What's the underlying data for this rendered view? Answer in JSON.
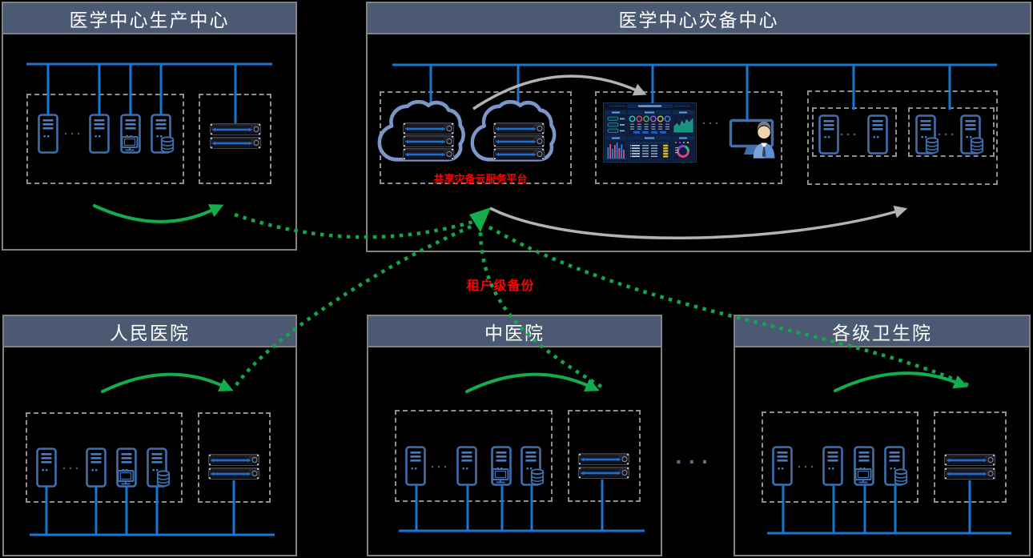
{
  "diagram": {
    "production": {
      "title": "医学中心生产中心"
    },
    "disaster_recovery": {
      "title": "医学中心灾备中心",
      "platform_label": "共享灾备云服务平台"
    },
    "hospitals": [
      {
        "title": "人民医院"
      },
      {
        "title": "中医院"
      },
      {
        "title": "各级卫生院"
      }
    ],
    "tenant_backup_label": "租户级备份",
    "ellipsis": "···",
    "colors": {
      "background": "#000000",
      "title_bar": "#4b5a72",
      "box_border": "#828282",
      "dashed_border": "#8f8f8f",
      "network_blue": "#1778d2",
      "device_blue": "#3f6fad",
      "cloud_blue": "#7b97c7",
      "backup_green": "#13ad4e",
      "restore_gray": "#b3b3b3",
      "label_red": "#ff0000"
    }
  }
}
